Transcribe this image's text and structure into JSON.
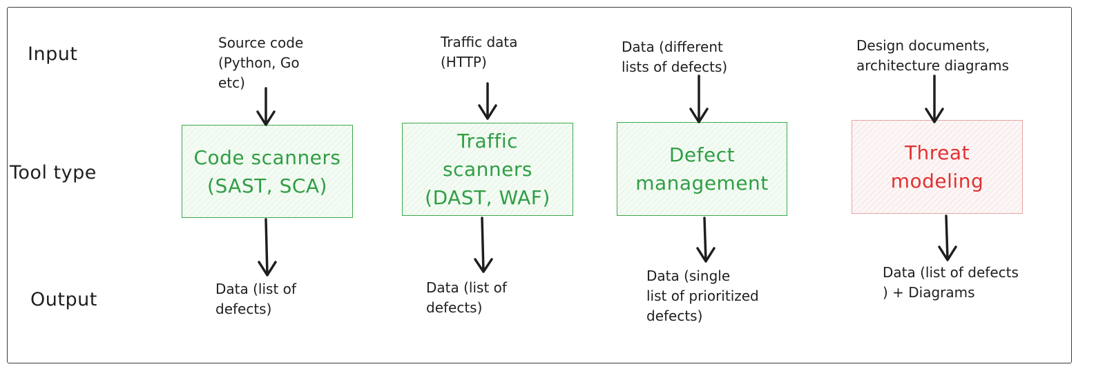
{
  "row_labels": {
    "input": "Input",
    "tool_type": "Tool type",
    "output": "Output"
  },
  "columns": [
    {
      "input": "Source code\n(Python, Go\netc)",
      "tool": "Code scanners\n(SAST, SCA)",
      "tool_color": "green",
      "output": "Data (list of\ndefects)"
    },
    {
      "input": "Traffic data\n(HTTP)",
      "tool": "Traffic\nscanners\n(DAST, WAF)",
      "tool_color": "green",
      "output": "Data (list of\ndefects)"
    },
    {
      "input": "Data (different\nlists of defects)",
      "tool": "Defect\nmanagement",
      "tool_color": "green",
      "output": "Data (single\nlist of prioritized\ndefects)"
    },
    {
      "input": "Design documents,\narchitecture diagrams",
      "tool": "Threat\nmodeling",
      "tool_color": "red",
      "output": "Data (list of defects\n) + Diagrams"
    }
  ],
  "colors": {
    "green_text": "#2f9e44",
    "green_border": "#3aa84a",
    "red_text": "#e03131",
    "red_border": "#e6a5a5",
    "ink": "#1e1e1e"
  }
}
